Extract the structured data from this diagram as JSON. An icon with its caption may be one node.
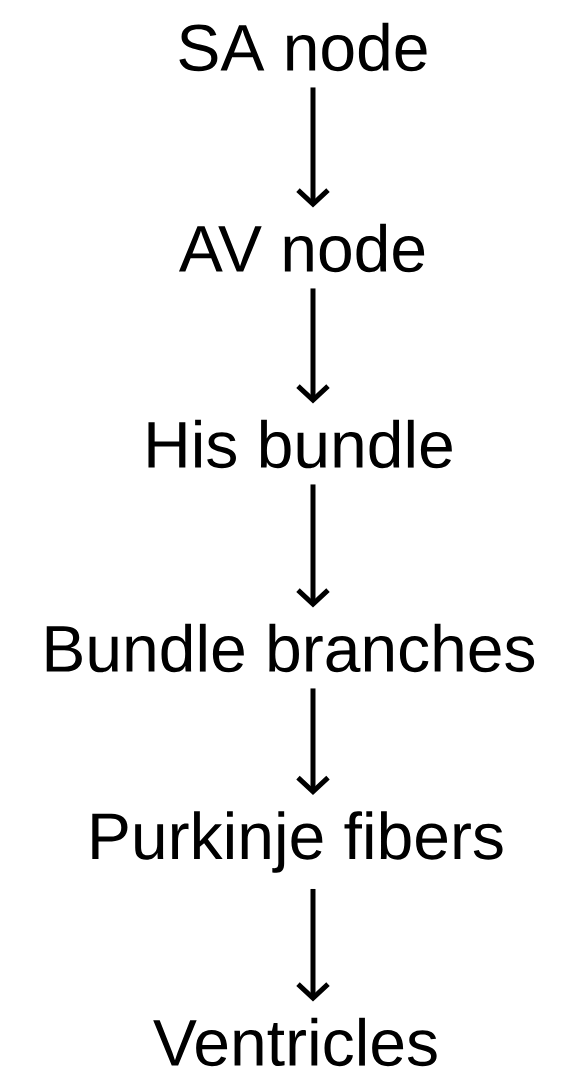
{
  "diagram": {
    "nodes": [
      {
        "text": [
          "SA node"
        ]
      },
      {
        "text": [
          "AV node"
        ]
      },
      {
        "text": [
          "His bundle"
        ]
      },
      {
        "text": [
          "Bundle branches"
        ]
      },
      {
        "text": [
          "Purkinje fibers"
        ]
      },
      {
        "text": [
          "Ventricles"
        ]
      }
    ],
    "edges": [
      {
        "from": 0,
        "to": 1,
        "arrow": "to"
      },
      {
        "from": 1,
        "to": 2,
        "arrow": "to"
      },
      {
        "from": 2,
        "to": 3,
        "arrow": "to"
      },
      {
        "from": 3,
        "to": 4,
        "arrow": "to"
      },
      {
        "from": 4,
        "to": 5,
        "arrow": "to"
      }
    ]
  }
}
